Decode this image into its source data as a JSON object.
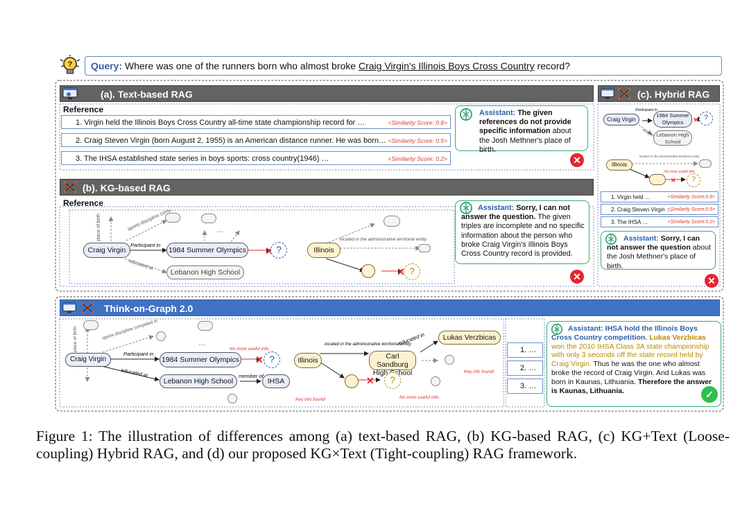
{
  "query": {
    "label": "Query:",
    "text": "Where was one of the runners born who almost broke ",
    "highlight": "Craig Virgin's Illinois Boys Cross Country",
    "tail": " record?"
  },
  "text_rag": {
    "title": "(a). Text-based RAG",
    "reference_label": "Reference",
    "docs": [
      {
        "text": "1. Virgin held the Illinois Boys Cross Country all-time state championship record for …",
        "score": "<Similarity Score: 0.8>"
      },
      {
        "text": "2. Craig Steven Virgin (born August 2, 1955) is an American distance runner. He was born…",
        "score": "<Similarity Score: 0.5>"
      },
      {
        "text": "3. The IHSA established state series in boys sports: cross country(1946) …",
        "score": "<Similarity Score: 0.2>"
      }
    ],
    "assistant": {
      "label": "Assistant:",
      "bold": "The given references do not provide specific information",
      "rest": " about the Josh  Methner's place of birth."
    }
  },
  "kg_rag": {
    "title": "(b). KG-based RAG",
    "reference_label": "Reference",
    "nodes": {
      "craig": "Craig Virgin",
      "olympics": "1984 Summer Olympics",
      "lebanon": "Lebanon High School",
      "illinois": "Illinois",
      "q": "?"
    },
    "edges": {
      "place_of_birth": "place of birth",
      "sports_discipline": "sports discipline competed in",
      "participant_in": "Participant in",
      "educated_at": "educated at",
      "located_in": "located in the administrative territorial entity",
      "dots": "…"
    },
    "assistant": {
      "label": "Assistant:",
      "bold": "Sorry, I can not answer the  question.",
      "rest": " The given triples are incomplete and no specific information about the person who broke Craig Virgin's Illinois Boys Cross Country record is provided."
    }
  },
  "hybrid_rag": {
    "title": "(c). Hybrid RAG",
    "nodes": {
      "craig": "Craig Virgin",
      "olympics": "1984 Summer Olympics",
      "lebanon": "Lebanon High School",
      "illinois": "Illinois",
      "q": "?"
    },
    "edges": {
      "participant_in": "Participant in",
      "educated_at": "educated at",
      "located_in": "located in the administrative territorial entity",
      "no_more": "No more useful info."
    },
    "docs": [
      {
        "text": "1. Virgin held  …",
        "score": "<Similarity Score:0.8>"
      },
      {
        "text": "2. Craig Steven Virgin …",
        "score": "<Similarity Score:0.5>"
      },
      {
        "text": "3. The IHSA  …",
        "score": "<Similarity Score:0.2>"
      }
    ],
    "assistant": {
      "label": "Assistant:",
      "bold": "Sorry, I can not answer the  question",
      "rest": " about the Josh  Methner's place of birth."
    }
  },
  "tog": {
    "title": "Think-on-Graph 2.0",
    "nodes": {
      "craig": "Craig Virgin",
      "olympics": "1984 Summer Olympics",
      "lebanon": "Lebanon High School",
      "ihsa": "IHSA",
      "illinois": "Illinois",
      "carl": "Carl Sandburg High School",
      "lukas": "Lukas Verzbicas",
      "q": "?"
    },
    "edges": {
      "place_of_birth": "place of birth",
      "sports_discipline": "sports discipline competed in",
      "participant_in": "Participant in",
      "educated_at": "educated at",
      "member_of": "member of",
      "located_in": "located in the administrative territorial entity",
      "educated_in": "educated in",
      "dots": "…"
    },
    "notes": {
      "no_more": "No more useful info.",
      "key_found": "Key info found!"
    },
    "docs": [
      "1. …",
      "2. …",
      "3. …"
    ],
    "assistant": {
      "label": "Assistant:",
      "p1": " IHSA hold the Illinois Boys Cross  Country competition. ",
      "p2": "Lukas Verzbicas",
      "p3": " won the 2010 IHSA Class 3A state championship with only 3  seconds off the state record held by Craig Virgin.",
      "p4": " Thus he was the one  who almost broke the record of  Craig Virgin. And Lukas was born in  Kaunas, Lithuania. ",
      "p5": "Therefore the answer is Kaunas, Lithuania."
    }
  },
  "caption": "Figure 1:  The illustration of differences among (a) text-based RAG, (b) KG-based RAG, (c) KG+Text (Loose-coupling) Hybrid RAG, and (d) our proposed KG×Text (Tight-coupling) RAG framework.",
  "colors": {
    "blue": "#3f72c4",
    "gray": "#636363",
    "red": "#e3262f",
    "green": "#2fbf4d"
  }
}
